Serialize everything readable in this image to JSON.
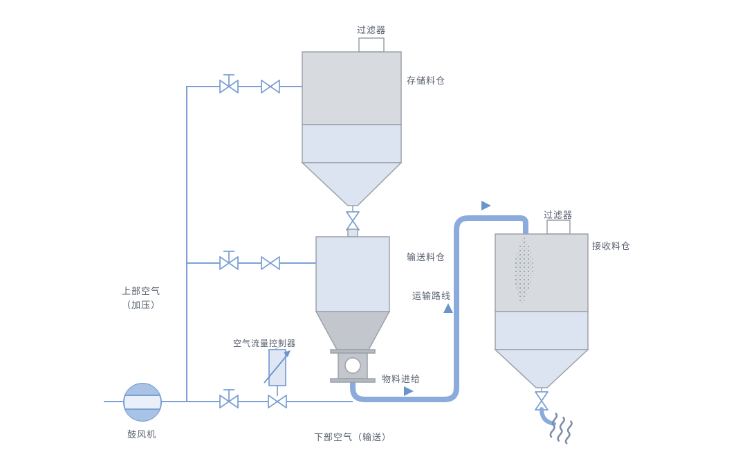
{
  "diagram": {
    "labels": {
      "storage_filter": "过滤器",
      "storage_silo": "存储料仓",
      "transfer_silo": "输送料仓",
      "transport_route": "运输路线",
      "receiving_filter": "过滤器",
      "receiving_silo": "接收料仓",
      "upper_air_line1": "上部空气",
      "upper_air_line2": "（加压）",
      "air_flow_controller": "空气流量控制器",
      "material_feed": "物料进给",
      "lower_air": "下部空气（输送）",
      "blower": "鼓风机"
    },
    "colors": {
      "pipe_blue": "#7da0d4",
      "thick_pipe_blue": "#8aabdb",
      "arrow_blue": "#6a95cc",
      "vessel_outline_gray": "#9aa1a8",
      "vessel_gray_fill": "#d7dade",
      "cone_gray_fill": "#c3c7cd",
      "flange_gray_fill": "#b6bac0",
      "light_blue_fill": "#dde4f1",
      "discharge_gray_blue": "#7b8ca8",
      "text_gray": "#5a6270",
      "background": "#ffffff"
    }
  }
}
